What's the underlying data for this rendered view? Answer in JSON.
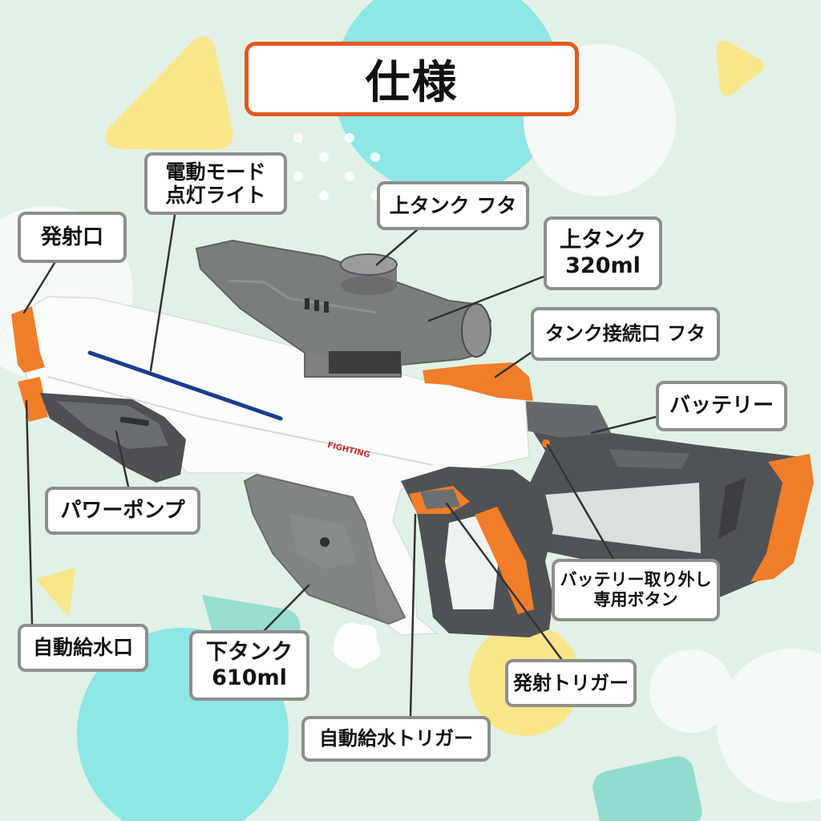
{
  "title": "仕様",
  "labels": {
    "light": [
      "電動モード",
      "点灯ライト"
    ],
    "top_lid": [
      "上タンク フタ"
    ],
    "top_tank": [
      "上タンク",
      "320ml"
    ],
    "muzzle": [
      "発射口"
    ],
    "connector_lid": [
      "タンク接続口 フタ"
    ],
    "battery": [
      "バッテリー"
    ],
    "pump": [
      "パワーポンプ"
    ],
    "battery_button": [
      "バッテリー取り外し",
      "専用ボタン"
    ],
    "auto_inlet": [
      "自動給水口"
    ],
    "bottom_tank": [
      "下タンク",
      "610ml"
    ],
    "fire_trigger": [
      "発射トリガー"
    ],
    "auto_trigger": [
      "自動給水トリガー"
    ]
  },
  "product_print": "FIGHTING",
  "colors": {
    "bg": "#e2f1e5",
    "title-border": "#e05a1f",
    "label-border": "#8e8e8e",
    "gun-orange": "#f07d2a"
  }
}
